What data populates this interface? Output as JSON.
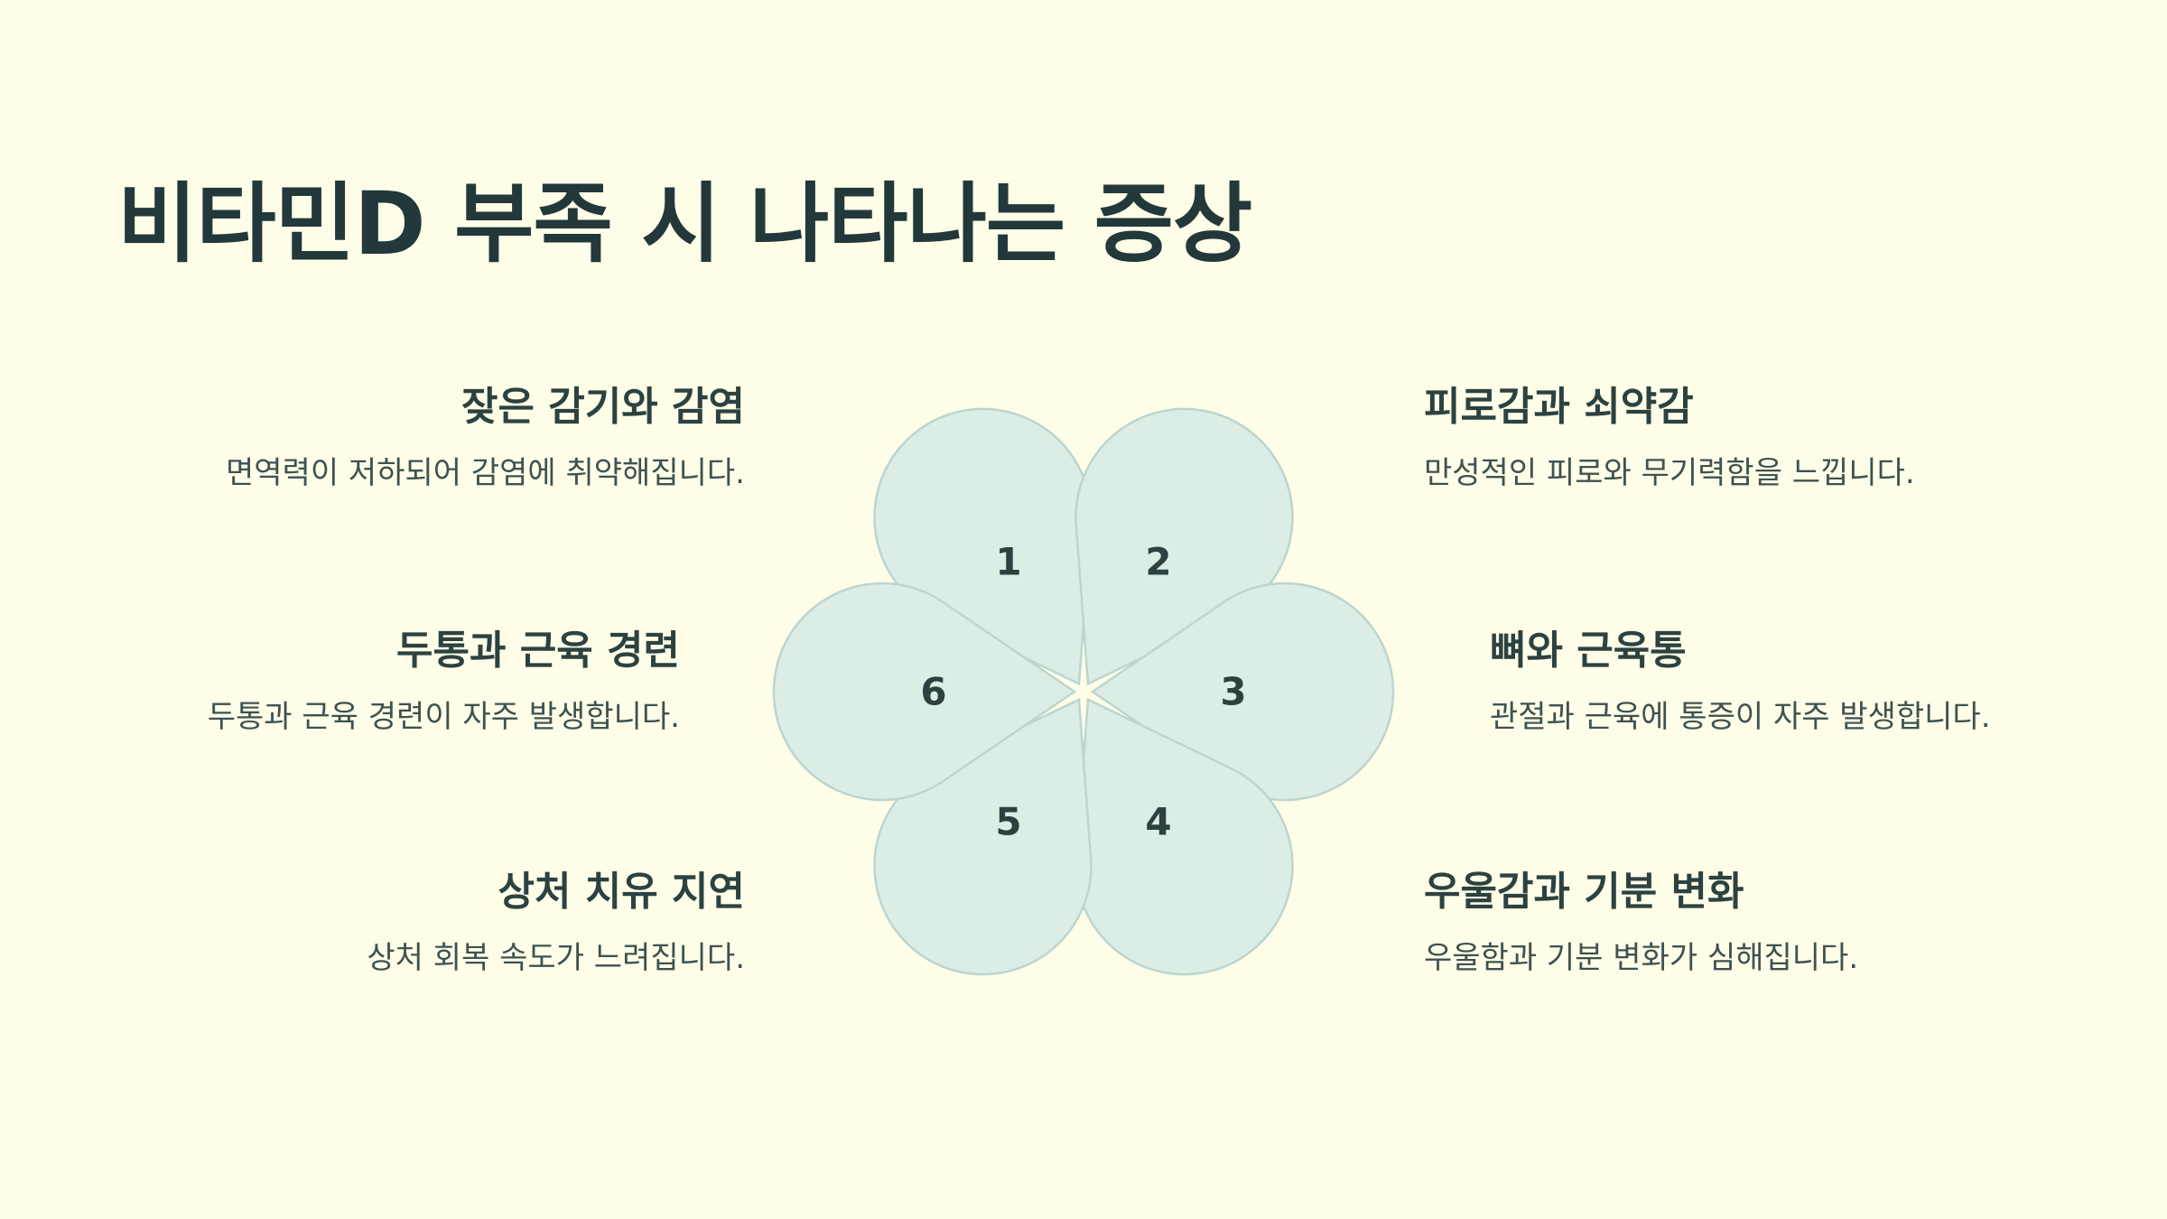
{
  "title": "비타민D 부족 시 나타나는 증상",
  "petals": [
    "1",
    "2",
    "3",
    "4",
    "5",
    "6"
  ],
  "items": [
    {
      "heading": "잦은 감기와 감염",
      "desc": "면역력이 저하되어 감염에 취약해집니다."
    },
    {
      "heading": "피로감과 쇠약감",
      "desc": "만성적인 피로와 무기력함을 느낍니다."
    },
    {
      "heading": "뼈와 근육통",
      "desc": "관절과 근육에 통증이 자주 발생합니다."
    },
    {
      "heading": "우울감과 기분 변화",
      "desc": "우울함과 기분 변화가 심해집니다."
    },
    {
      "heading": "상처 치유 지연",
      "desc": "상처 회복 속도가 느려집니다."
    },
    {
      "heading": "두통과 근육 경련",
      "desc": "두통과 근육 경련이 자주 발생합니다."
    }
  ]
}
